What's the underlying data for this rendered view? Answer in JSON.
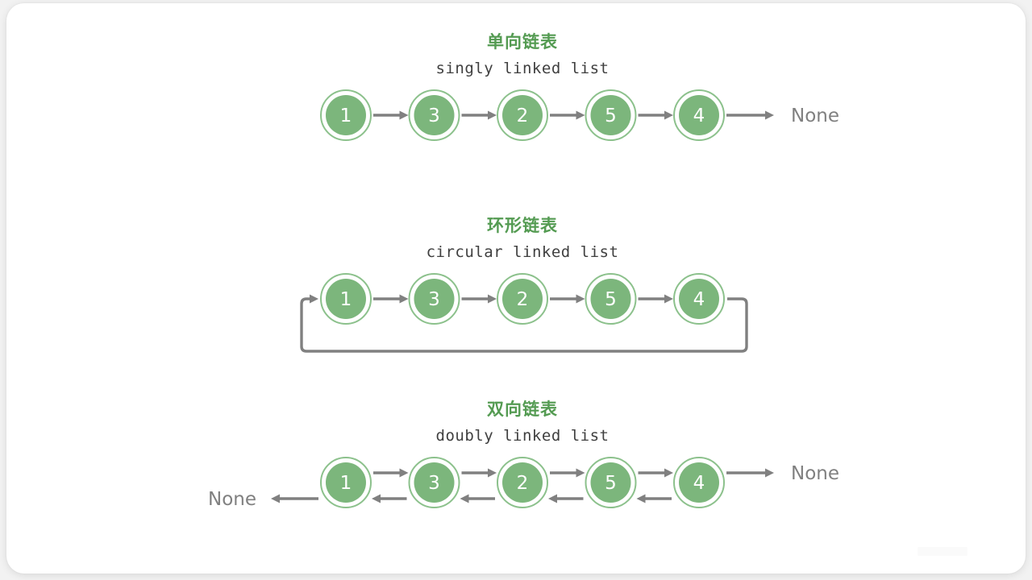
{
  "theme": {
    "node_fill": "#7cb67c",
    "node_ring": "#8cc18c",
    "node_label_color": "#ffffff",
    "arrow_color": "#808080",
    "title_color": "#549b52",
    "subtitle_color": "#3f3f3f",
    "none_color": "#808080",
    "card_background": "#ffffff",
    "page_background": "#f2f2f2"
  },
  "sections": [
    {
      "id": "singly",
      "title": "单向链表",
      "subtitle": "singly linked list",
      "nodes": [
        "1",
        "3",
        "2",
        "5",
        "4"
      ],
      "tail_label": "None",
      "head_label": "",
      "forward_arrows": true,
      "backward_arrows": false,
      "circular": false
    },
    {
      "id": "circular",
      "title": "环形链表",
      "subtitle": "circular linked list",
      "nodes": [
        "1",
        "3",
        "2",
        "5",
        "4"
      ],
      "tail_label": "",
      "head_label": "",
      "forward_arrows": true,
      "backward_arrows": false,
      "circular": true
    },
    {
      "id": "doubly",
      "title": "双向链表",
      "subtitle": "doubly linked list",
      "nodes": [
        "1",
        "3",
        "2",
        "5",
        "4"
      ],
      "tail_label": "None",
      "head_label": "None",
      "forward_arrows": true,
      "backward_arrows": true,
      "circular": false
    }
  ]
}
